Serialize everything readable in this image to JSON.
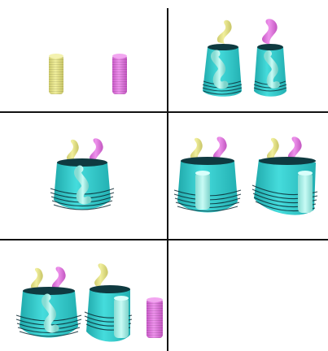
{
  "layout": {
    "rows": 3,
    "columns": 2
  },
  "colors": {
    "grid_line": "#111111",
    "background": "#ffffff",
    "cup": "#36cfd0",
    "cup_shadow": "#1f9fa1",
    "cup_rim": "#111111",
    "ridges": "#0b2a33",
    "yellow_part": "#e6e38f",
    "yellow_shadow": "#c9c76a",
    "pink_part": "#e279e0",
    "pink_shadow": "#c45bc4",
    "insert": "#a9f0e8",
    "insert_shadow": "#7fd6cd"
  },
  "panels": [
    {
      "id": "p1",
      "content": [
        "yellow-cylinder",
        "pink-cylinder"
      ]
    },
    {
      "id": "p2",
      "content": [
        "tall-cup-yellow-s",
        "tall-cup-pink-s"
      ]
    },
    {
      "id": "p3",
      "content": [
        "wide-cup-assembly"
      ]
    },
    {
      "id": "p4",
      "content": [
        "wide-cup-assembly-front-insert",
        "wide-cup-assembly-rear-insert"
      ]
    },
    {
      "id": "p5",
      "content": [
        "cup-assembly",
        "cup-assembly-with-insert",
        "pink-cylinder-loose"
      ]
    },
    {
      "id": "p6",
      "content": []
    }
  ]
}
